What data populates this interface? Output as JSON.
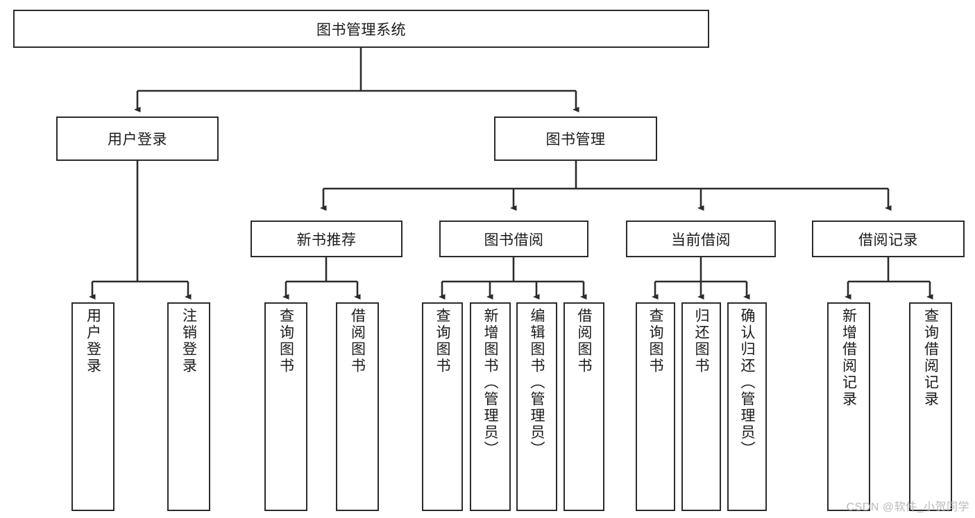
{
  "diagram": {
    "title": "图书管理系统",
    "watermark": "CSDN @软件_小贺同学",
    "colors": {
      "box_border": "#2b2b2b",
      "box_fill": "#ffffff",
      "connector": "#2b2b2b",
      "text": "#1a1a1a",
      "watermark": "#b9b9b9"
    },
    "nodes": {
      "root": {
        "label": "图书管理系统",
        "orientation": "horizontal",
        "level": 1
      },
      "l2": [
        {
          "label": "用户登录",
          "orientation": "horizontal",
          "level": 2
        },
        {
          "label": "图书管理",
          "orientation": "horizontal",
          "level": 2
        }
      ],
      "l3": [
        {
          "label": "新书推荐",
          "orientation": "horizontal",
          "level": 3
        },
        {
          "label": "图书借阅",
          "orientation": "horizontal",
          "level": 3
        },
        {
          "label": "当前借阅",
          "orientation": "horizontal",
          "level": 3
        },
        {
          "label": "借阅记录",
          "orientation": "horizontal",
          "level": 3
        }
      ],
      "leaves_user_login": [
        {
          "label": "用户登录",
          "orientation": "vertical"
        },
        {
          "label": "注销登录",
          "orientation": "vertical"
        }
      ],
      "leaves_new_book": [
        {
          "label": "查询图书",
          "orientation": "vertical"
        },
        {
          "label": "借阅图书",
          "orientation": "vertical"
        }
      ],
      "leaves_borrow": [
        {
          "label": "查询图书",
          "orientation": "vertical"
        },
        {
          "label": "新增图书（管理员）",
          "orientation": "vertical"
        },
        {
          "label": "编辑图书（管理员）",
          "orientation": "vertical"
        },
        {
          "label": "借阅图书",
          "orientation": "vertical"
        }
      ],
      "leaves_current": [
        {
          "label": "查询图书",
          "orientation": "vertical"
        },
        {
          "label": "归还图书",
          "orientation": "vertical"
        },
        {
          "label": "确认归还（管理员）",
          "orientation": "vertical"
        }
      ],
      "leaves_records": [
        {
          "label": "新增借阅记录",
          "orientation": "vertical"
        },
        {
          "label": "查询借阅记录",
          "orientation": "vertical"
        }
      ]
    }
  }
}
